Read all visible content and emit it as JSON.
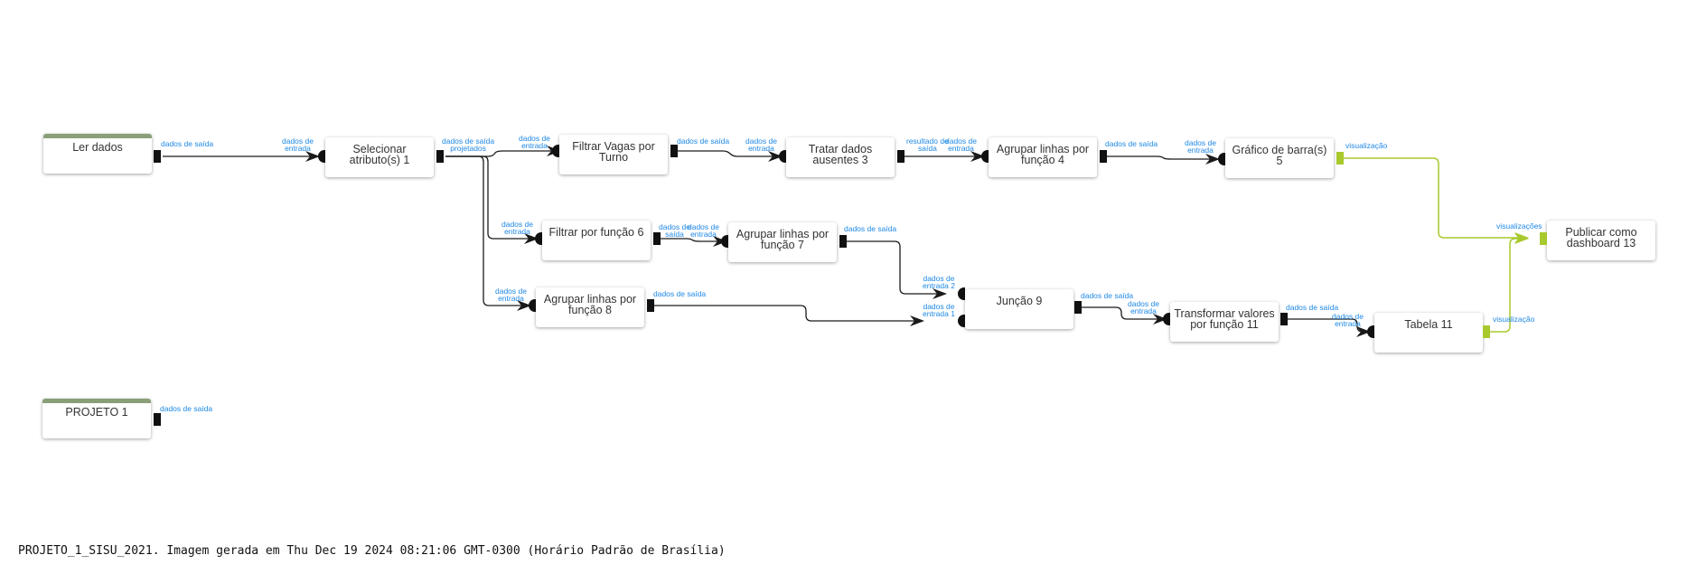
{
  "nodes": [
    {
      "id": "n1",
      "label": "Ler dados",
      "source": true
    },
    {
      "id": "n2",
      "label": "Selecionar\natributo(s) 1"
    },
    {
      "id": "n3",
      "label": "Filtrar Vagas por\nTurno"
    },
    {
      "id": "n4",
      "label": "Tratar dados\nausentes 3"
    },
    {
      "id": "n5",
      "label": "Agrupar linhas por\nfunção 4"
    },
    {
      "id": "n6",
      "label": "Gráfico de barra(s) 5"
    },
    {
      "id": "n7",
      "label": "Filtrar por função 6"
    },
    {
      "id": "n8",
      "label": "Agrupar linhas por\nfunção 7"
    },
    {
      "id": "n9",
      "label": "Agrupar linhas por\nfunção 8"
    },
    {
      "id": "n10",
      "label": "Junção 9"
    },
    {
      "id": "n11",
      "label": "Transformar valores\npor função 11"
    },
    {
      "id": "n12",
      "label": "Tabela 11"
    },
    {
      "id": "n13",
      "label": "Publicar como\ndashboard 13"
    },
    {
      "id": "n14",
      "label": "PROJETO 1",
      "source": true
    }
  ],
  "port_labels": {
    "n1_out": "dados de saída",
    "n2_in": "dados de\nentrada",
    "n2_out": "dados de saída\nprojetados",
    "n3_in": "dados de\nentrada",
    "n3_out": "dados de saída",
    "n4_in": "dados de\nentrada",
    "n4_out": "resultado de\nsaída",
    "n5_in": "dados de\nentrada",
    "n5_out": "dados de saída",
    "n6_in": "dados de\nentrada",
    "n6_out": "visualização",
    "n7_in": "dados de\nentrada",
    "n7_out": "dados de\nsaída",
    "n8_in": "dados de\nentrada",
    "n8_out": "dados de saída",
    "n9_in": "dados de\nentrada",
    "n9_out": "dados de saída",
    "n10_in2": "dados de\nentrada 2",
    "n10_in1": "dados de\nentrada 1",
    "n10_out": "dados de saída",
    "n11_in": "dados de\nentrada",
    "n11_out": "dados de saída",
    "n12_in": "dados de\nentrada",
    "n12_out": "visualização",
    "n13_in": "visualizações",
    "n14_out": "dados de saída"
  },
  "footer": "PROJETO_1_SISU_2021. Imagem gerada em Thu Dec 19 2024 08:21:06 GMT-0300 (Horário Padrão de Brasília)",
  "colors": {
    "edge": "#1a1a1a",
    "viz_edge": "#a8c92d",
    "port_label": "#1e88e5",
    "source_bar": "#8a9f78"
  }
}
